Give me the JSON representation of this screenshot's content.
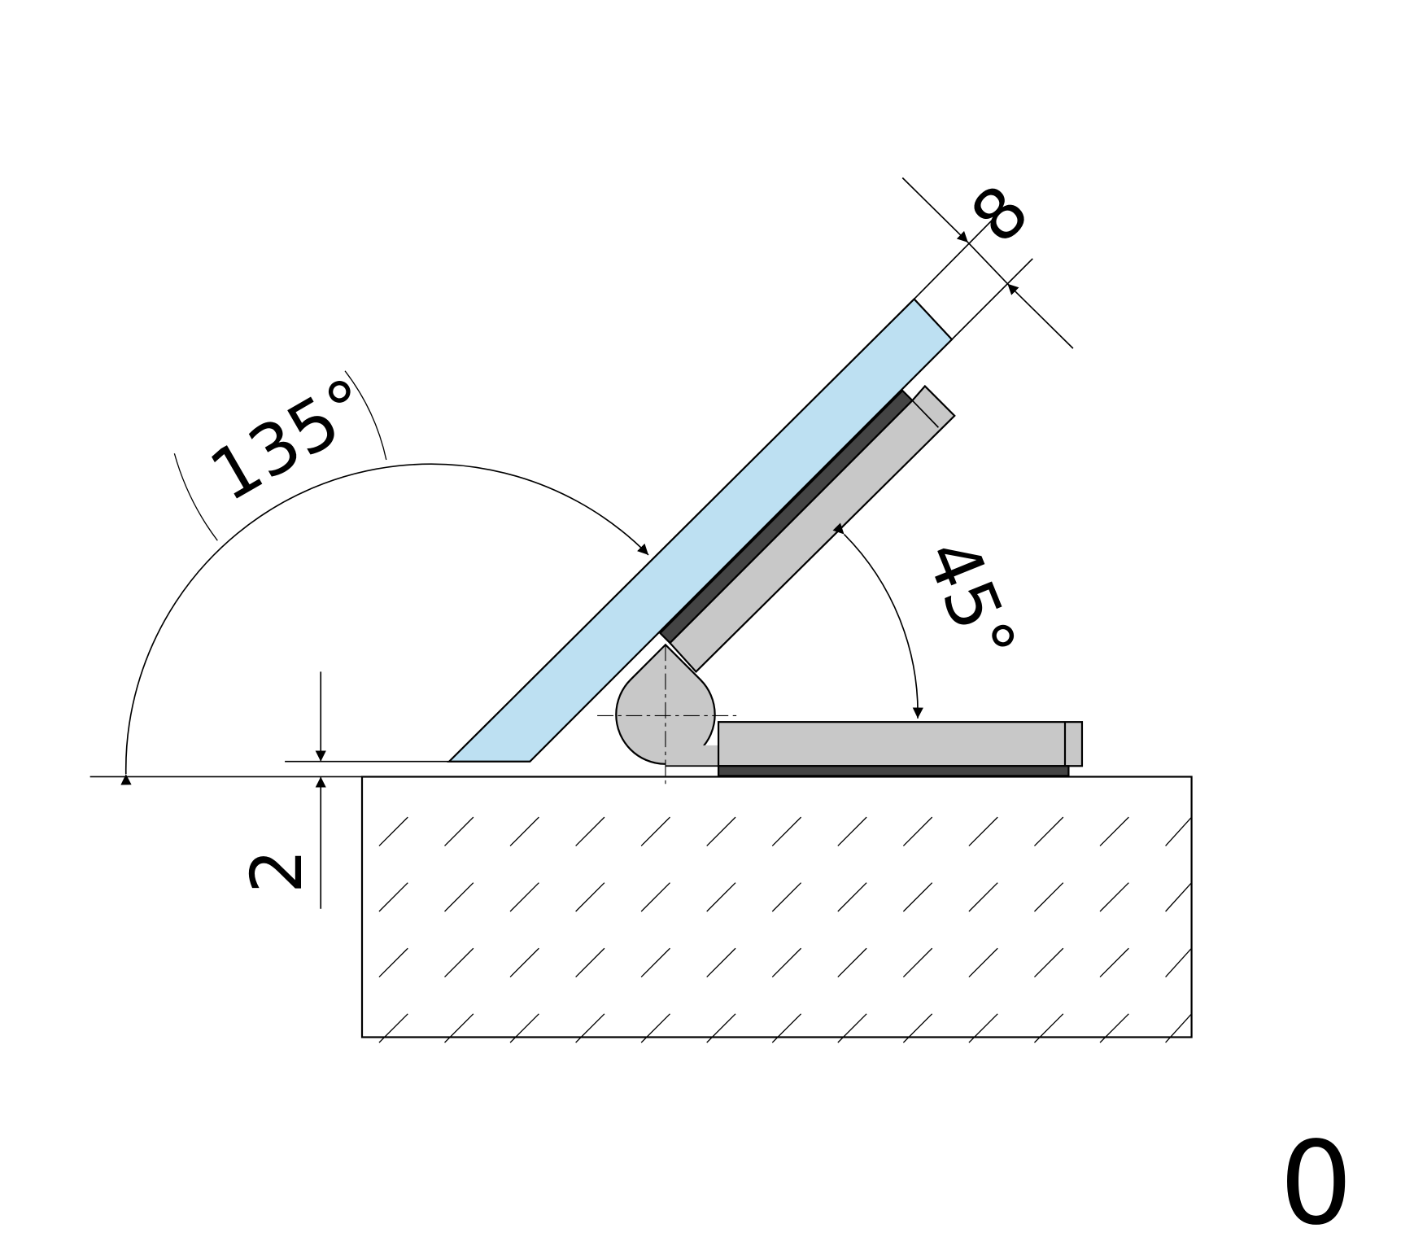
{
  "dimensions": {
    "angle_open": "135°",
    "angle_closed": "45°",
    "glass_thickness": "8",
    "gap": "2"
  },
  "page_label": "0",
  "colors": {
    "glass": "#bde0f2",
    "metal": "#c8c8c8",
    "gasket": "#444444"
  }
}
